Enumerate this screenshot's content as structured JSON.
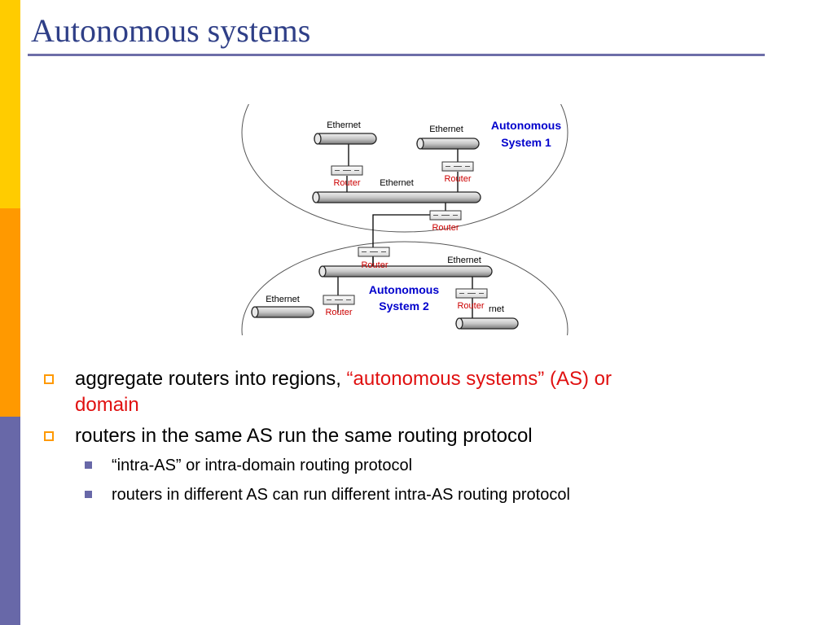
{
  "slide": {
    "title": "Autonomous systems",
    "colors": {
      "bar_top": "#ffcc00",
      "bar_middle": "#ff9900",
      "bar_bottom": "#6868a8",
      "title": "#2f3f87",
      "emphasis": "#e01010",
      "router_label": "#cc0000",
      "as_label": "#0000cc"
    }
  },
  "diagram": {
    "as1_label_line1": "Autonomous",
    "as1_label_line2": "System 1",
    "as2_label_line1": "Autonomous",
    "as2_label_line2": "System 2",
    "ethernet_label": "Ethernet",
    "ethernet_partial_label": "rnet",
    "router_label": "Router"
  },
  "bullets": {
    "b1_text": "aggregate routers into regions, ",
    "b1_emphasis_line1": "“autonomous systems” (AS) or",
    "b1_emphasis_line2": "domain",
    "b2_text": "routers in the same AS run the same routing protocol",
    "sub1_text": "“intra-AS” or intra-domain routing protocol",
    "sub2_text": "routers in different AS can run different intra-AS routing protocol"
  }
}
